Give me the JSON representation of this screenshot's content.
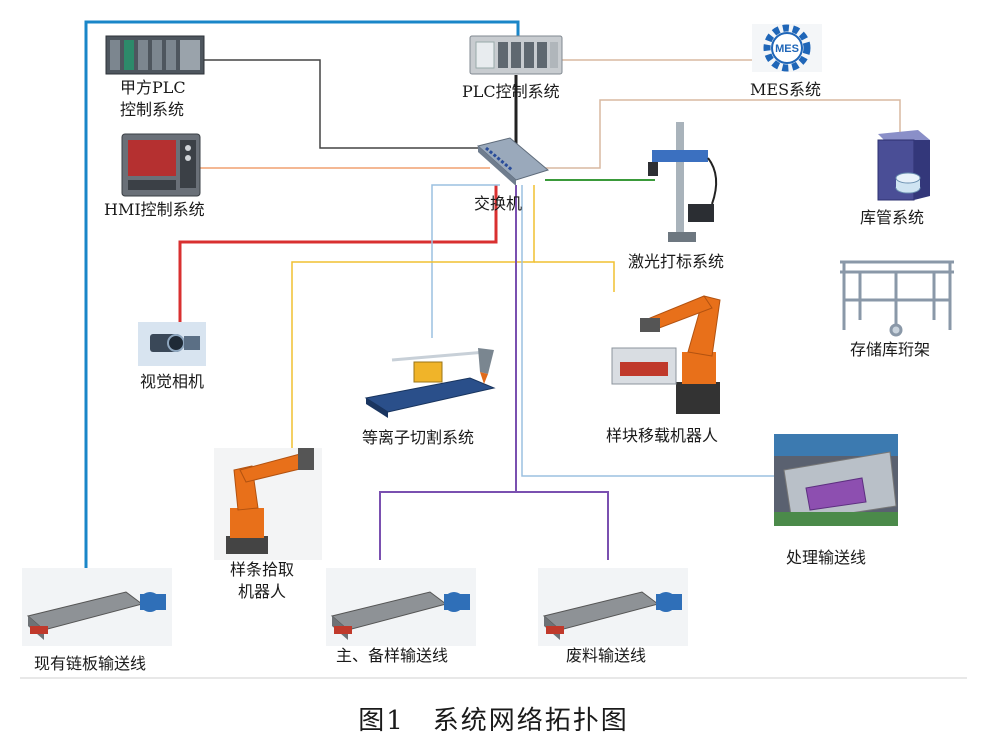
{
  "nodes": {
    "plc_system": "PLC控制系统",
    "mes_system": "MES系统",
    "mes_logo": "MES",
    "client_plc_line1": "甲方PLC",
    "client_plc_line2": "控制系统",
    "hmi_system": "HMI控制系统",
    "switch": "交换机",
    "warehouse_system": "库管系统",
    "laser_marking": "激光打标系统",
    "storage_rack": "存储库珩架",
    "vision_camera": "视觉相机",
    "plasma_cutting": "等离子切割系统",
    "sample_transfer_robot": "样块移载机器人",
    "processing_conveyor": "处理输送线",
    "sample_pick_robot_line1": "样条拾取",
    "sample_pick_robot_line2": "机器人",
    "existing_chain_conveyor": "现有链板输送线",
    "main_spare_conveyor": "主、备样输送线",
    "waste_conveyor": "废料输送线"
  },
  "caption": {
    "number": "图1",
    "title": "系统网络拓扑图"
  },
  "colors": {
    "blue_link": "#1a86c8",
    "black_link": "#222222",
    "beige_link": "#d8b8a0",
    "orange_link": "#f0a070",
    "red_link": "#d93030",
    "green_link": "#3a9a3a",
    "light_blue_link": "#9cc0e0",
    "yellow_link": "#f0c030",
    "purple_link": "#7a50b0",
    "robot_orange": "#e8701a"
  }
}
